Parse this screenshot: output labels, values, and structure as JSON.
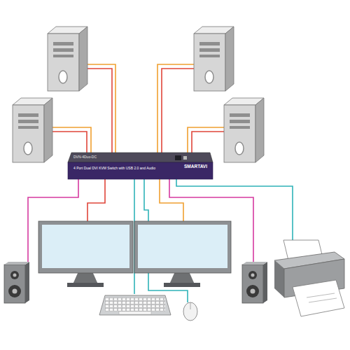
{
  "diagram": {
    "nodes": [
      {
        "text": [
          "DVN-4Duo-DC",
          "4 Port Dual DVI KVM Switch with USB 2.0 and Audio",
          "SMARTAVI"
        ]
      }
    ]
  }
}
